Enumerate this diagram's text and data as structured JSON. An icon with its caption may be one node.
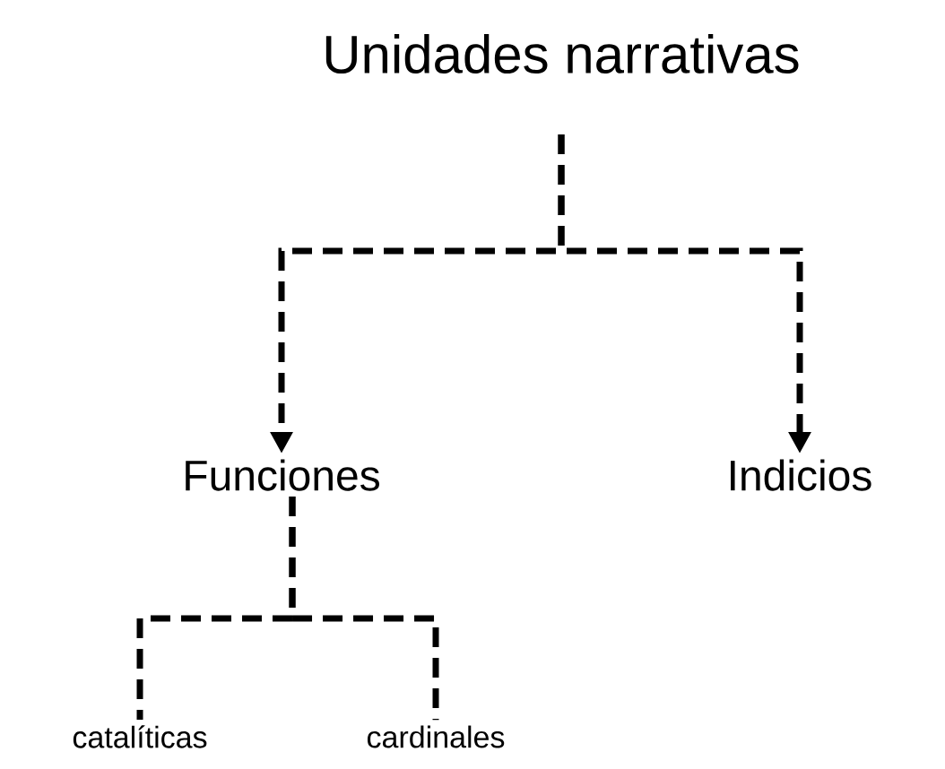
{
  "diagram": {
    "nodes": [
      {
        "text": [
          "Unidades narrativas"
        ]
      },
      {
        "text": [
          "Funciones"
        ]
      },
      {
        "text": [
          "Indicios"
        ]
      },
      {
        "text": [
          "catalíticas"
        ]
      },
      {
        "text": [
          "cardinales"
        ]
      }
    ],
    "edges": [
      {
        "from": 0,
        "to": 1,
        "arrow": "to",
        "style": "dashed"
      },
      {
        "from": 0,
        "to": 2,
        "arrow": "to",
        "style": "dashed"
      },
      {
        "from": 1,
        "to": 3,
        "arrow": "none",
        "style": "dashed"
      },
      {
        "from": 1,
        "to": 4,
        "arrow": "none",
        "style": "dashed"
      }
    ]
  }
}
